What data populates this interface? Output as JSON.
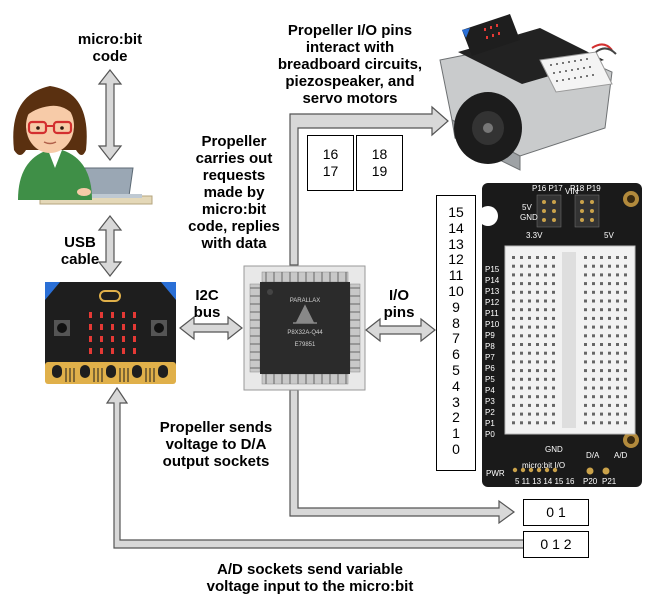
{
  "labels": {
    "microbit_code": "micro:bit\ncode",
    "usb_cable": "USB\ncable",
    "i2c_bus": "I2C\nbus",
    "io_pins": "I/O\npins",
    "propeller_requests": "Propeller\ncarries out\nrequests\nmade by\nmicro:bit\ncode, replies\nwith data",
    "propeller_io": "Propeller I/O pins\ninteract with\nbreadboard circuits,\npiezospeaker, and\nservo motors",
    "propeller_da": "Propeller sends\nvoltage to D/A\noutput sockets",
    "ad_sockets": "A/D sockets send variable\nvoltage input to the micro:bit"
  },
  "boxes": {
    "servo_pins_left": [
      "16",
      "17"
    ],
    "servo_pins_right": [
      "18",
      "19"
    ],
    "io_numbers": [
      "15",
      "14",
      "13",
      "12",
      "11",
      "10",
      "9",
      "8",
      "7",
      "6",
      "5",
      "4",
      "3",
      "2",
      "1",
      "0"
    ],
    "da_sockets": "0 1",
    "ad_sockets": "0 1 2"
  },
  "board": {
    "pin_labels": [
      "P15",
      "P14",
      "P13",
      "P12",
      "P11",
      "P10",
      "P9",
      "P8",
      "P7",
      "P6",
      "P5",
      "P4",
      "P3",
      "P2",
      "P1",
      "P0"
    ],
    "voltage_left": "3.3V",
    "voltage_right": "5V",
    "header_left": "P16 P17",
    "header_right": "P18 P19",
    "vin_label": "VIN",
    "fivev_label": "5V",
    "gnd_label": "GND",
    "gnd_bottom": "GND",
    "pwr": "PWR",
    "brand": "micro:bit I/O",
    "da_label": "D/A",
    "ad_label": "A/D",
    "bottom_pins": "5  11 13 14 15 16",
    "p20": "P20",
    "p21": "P21"
  },
  "chip": {
    "brand": "PARALLAX",
    "model": "P8X32A-Q44",
    "code": "E79851"
  },
  "colors": {
    "arrow_fill": "#d8d8d8",
    "arrow_stroke": "#555555",
    "board_black": "#1a1a1a",
    "breadboard_white": "#f2f2f2",
    "microbit_pcb": "#1e1e1e",
    "microbit_gold": "#e0b04a",
    "led_red": "#e53935",
    "shirt_green": "#3f8f47",
    "hair_brown": "#5a3010"
  },
  "icons": [
    "person-at-laptop-icon",
    "microbit-board-icon",
    "propeller-chip-icon",
    "robot-icon",
    "io-board-icon"
  ]
}
